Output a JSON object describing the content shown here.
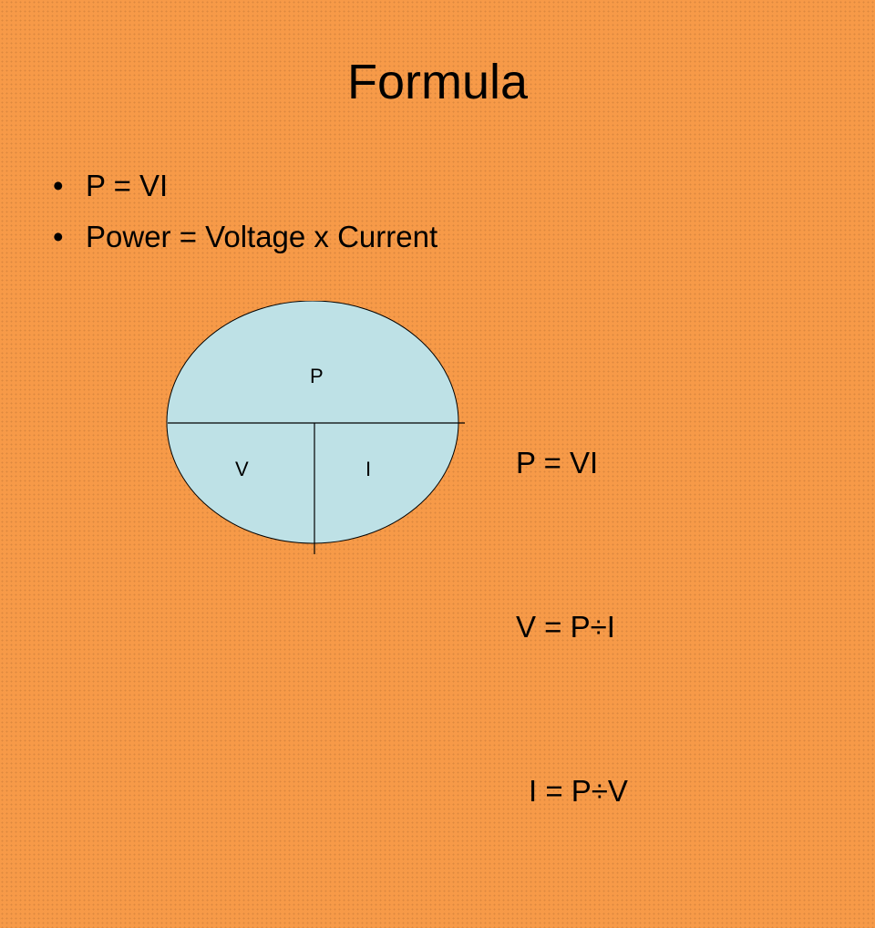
{
  "slide": {
    "title": "Formula",
    "bullets": [
      "P = VI",
      "Power = Voltage x Current"
    ],
    "bullet_marker": "•",
    "diagram": {
      "top_label": "P",
      "bottom_left_label": "V",
      "bottom_right_label": "I",
      "fill_color": "#BEE1E6"
    },
    "formulas": [
      "P = VI",
      "V = P÷I",
      "I = P÷V"
    ],
    "background_color": "#F79A48"
  }
}
